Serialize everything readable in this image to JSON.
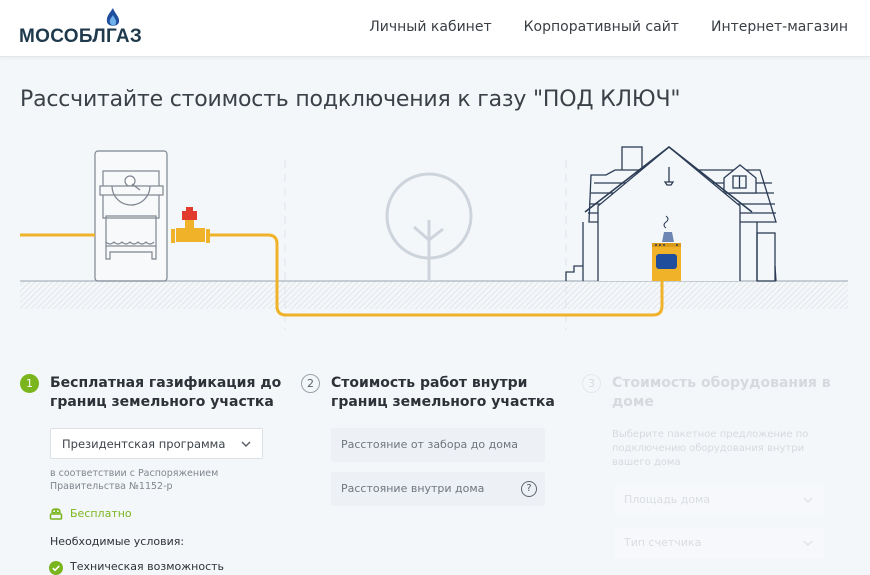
{
  "header": {
    "logo_text": "МОСОБЛГАЗ",
    "nav": [
      "Личный кабинет",
      "Корпоративный сайт",
      "Интернет-магазин"
    ]
  },
  "page": {
    "title": "Рассчитайте стоимость подключения к газу \"ПОД КЛЮЧ\""
  },
  "colors": {
    "accent_green": "#7ab51d",
    "pipe_yellow": "#f0b229",
    "valve_red": "#e23b2e",
    "line_dark": "#2b3c55"
  },
  "steps": [
    {
      "number": "1",
      "title_line1": "Бесплатная газификация до",
      "title_line2": "границ земельного участка",
      "select_value": "Президентская программа",
      "note_line1": "в соответствии с Распоряжением",
      "note_line2": "Правительства №1152-р",
      "price_label": "Бесплатно",
      "conditions_label": "Необходимые условия:",
      "conditions": [
        "Техническая возможность"
      ]
    },
    {
      "number": "2",
      "title_line1": "Стоимость работ внутри",
      "title_line2": "границ земельного участка",
      "inputs": [
        {
          "placeholder": "Расстояние от забора до дома"
        },
        {
          "placeholder": "Расстояние внутри дома",
          "help": "?"
        }
      ]
    },
    {
      "number": "3",
      "title_line1": "Стоимость оборудования в",
      "title_line2": "доме",
      "description_line1": "Выберите пакетное предложение по",
      "description_line2": "подключению оборудования внутри",
      "description_line3": "вашего дома",
      "selects": [
        {
          "placeholder": "Площадь дома"
        },
        {
          "placeholder": "Тип счетчика"
        }
      ]
    }
  ]
}
